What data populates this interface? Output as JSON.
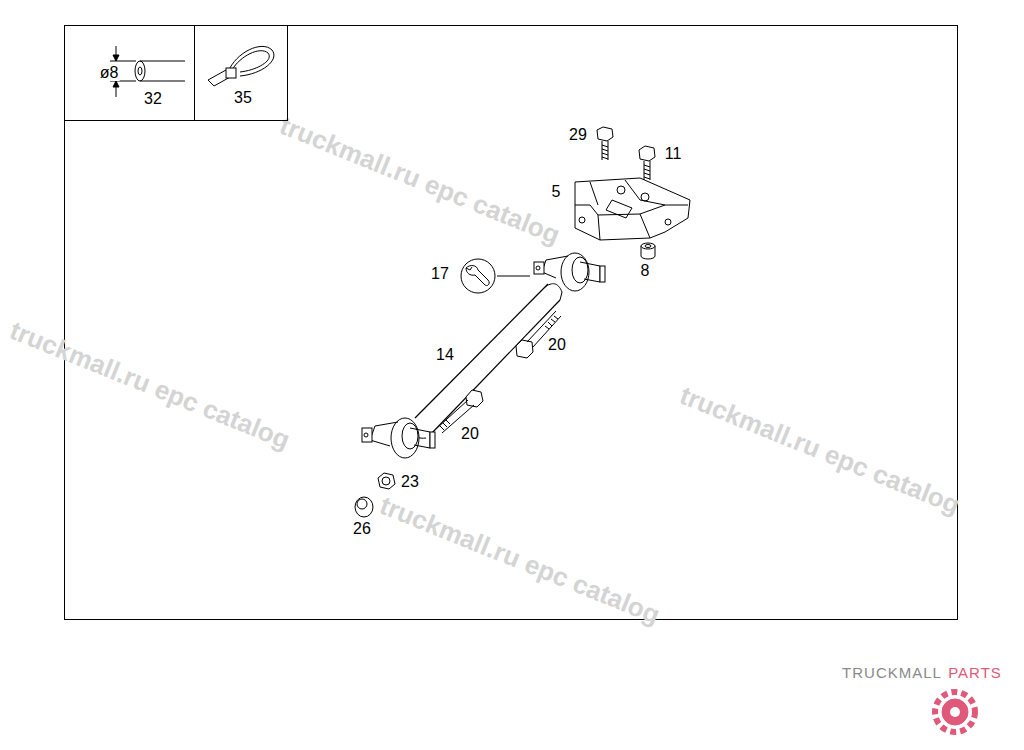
{
  "diagram": {
    "nodes": [
      {
        "text": [
          "ø8",
          "32"
        ]
      },
      {
        "text": [
          "35"
        ]
      }
    ],
    "labels": [
      "29",
      "11",
      "5",
      "8",
      "17",
      "14",
      "20",
      "20",
      "23",
      "26",
      "truckmall.ru epc catalog",
      "truckmall.ru epc catalog",
      "truckmall.ru epc catalog",
      "truckmall.ru epc catalog",
      "TRUCKMALL",
      "PARTS"
    ]
  }
}
